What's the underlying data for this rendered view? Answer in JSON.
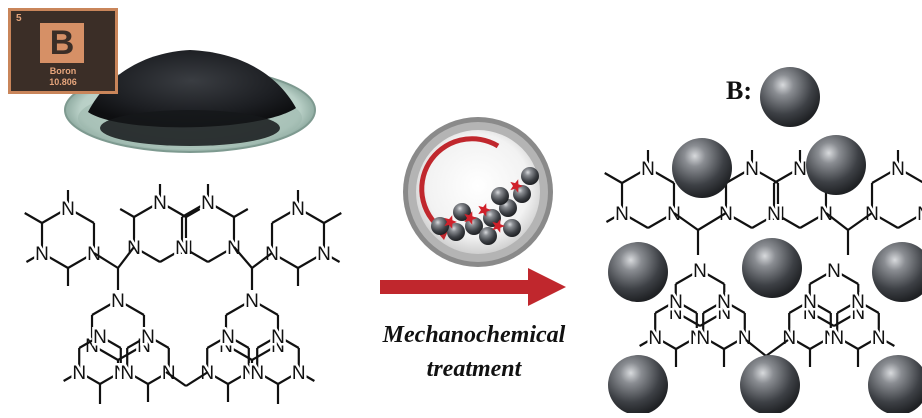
{
  "element_tile": {
    "atomic_number": "5",
    "symbol": "B",
    "name": "Boron",
    "weight": "10.806"
  },
  "caption": {
    "line1": "Mechanochemical",
    "line2": "treatment"
  },
  "boron_legend": "B:",
  "atom_label": "N",
  "colors": {
    "tile_bg": "#3b2e27",
    "tile_accent": "#d69066",
    "arrow_red": "#c0272d",
    "sphere_gray": "#4a4d52",
    "bond": "#111111"
  }
}
